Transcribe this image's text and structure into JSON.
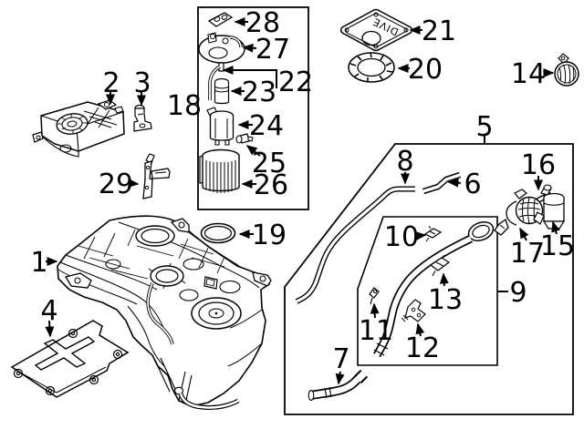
{
  "colors": {
    "background": "#ffffff",
    "line_color": "#000000"
  },
  "plate_marking": "DIVE",
  "callouts": {
    "1": "1",
    "2": "2",
    "3": "3",
    "4": "4",
    "5": "5",
    "6": "6",
    "7": "7",
    "8": "8",
    "9": "9",
    "10": "10",
    "11": "11",
    "12": "12",
    "13": "13",
    "14": "14",
    "15": "15",
    "16": "16",
    "17": "17",
    "18": "18",
    "19": "19",
    "20": "20",
    "21": "21",
    "22": "22",
    "23": "23",
    "24": "24",
    "25": "25",
    "26": "26",
    "27": "27",
    "28": "28",
    "29": "29"
  }
}
